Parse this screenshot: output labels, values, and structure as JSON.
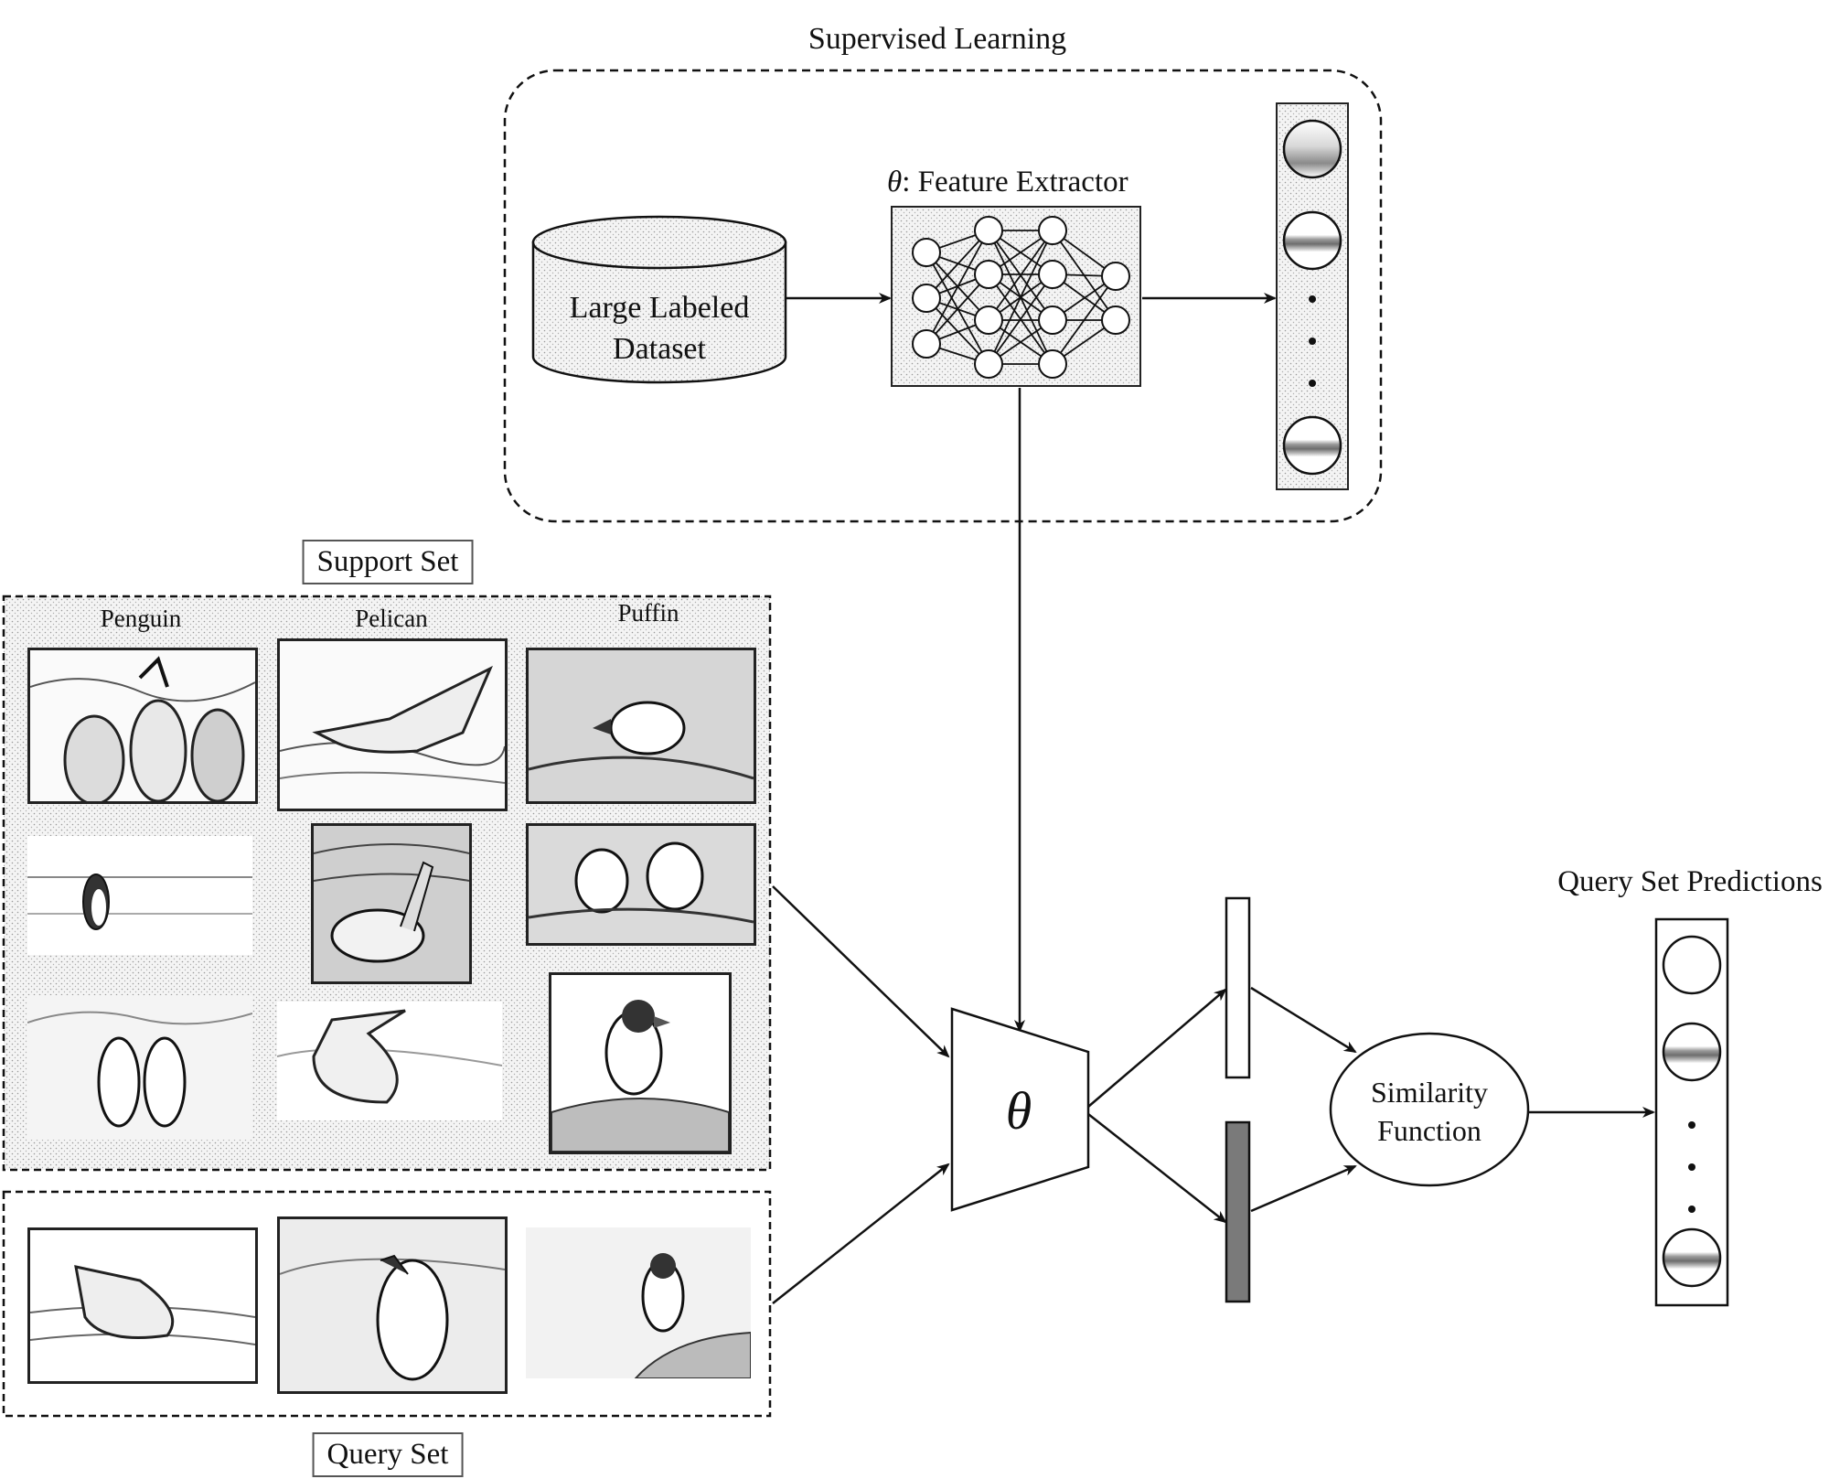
{
  "supervised": {
    "title": "Supervised Learning",
    "dataset_label_line1": "Large Labeled",
    "dataset_label_line2": "Dataset",
    "extractor_symbol": "θ",
    "extractor_label": ": Feature Extractor"
  },
  "support_set": {
    "title": "Support Set",
    "classes": [
      "Penguin",
      "Pelican",
      "Puffin"
    ]
  },
  "query_set": {
    "title": "Query Set"
  },
  "model": {
    "symbol": "θ"
  },
  "similarity": {
    "line1": "Similarity",
    "line2": "Function"
  },
  "predictions": {
    "title": "Query Set Predictions"
  },
  "colors": {
    "stroke": "#111111",
    "stipple": "#e3e3e3",
    "feature_fill": "#7a7a7a"
  }
}
